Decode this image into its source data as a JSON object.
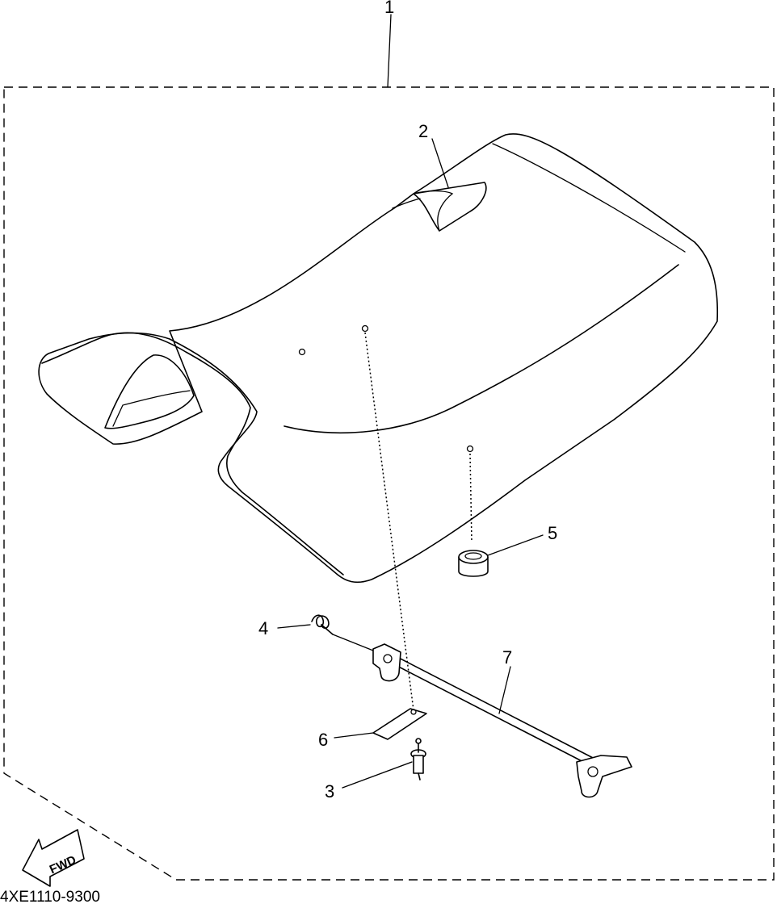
{
  "callouts": {
    "c1": "1",
    "c2": "2",
    "c3": "3",
    "c4": "4",
    "c5": "5",
    "c6": "6",
    "c7": "7"
  },
  "fwd_label": "FWD",
  "drawing_code": "4XE1110-9300"
}
